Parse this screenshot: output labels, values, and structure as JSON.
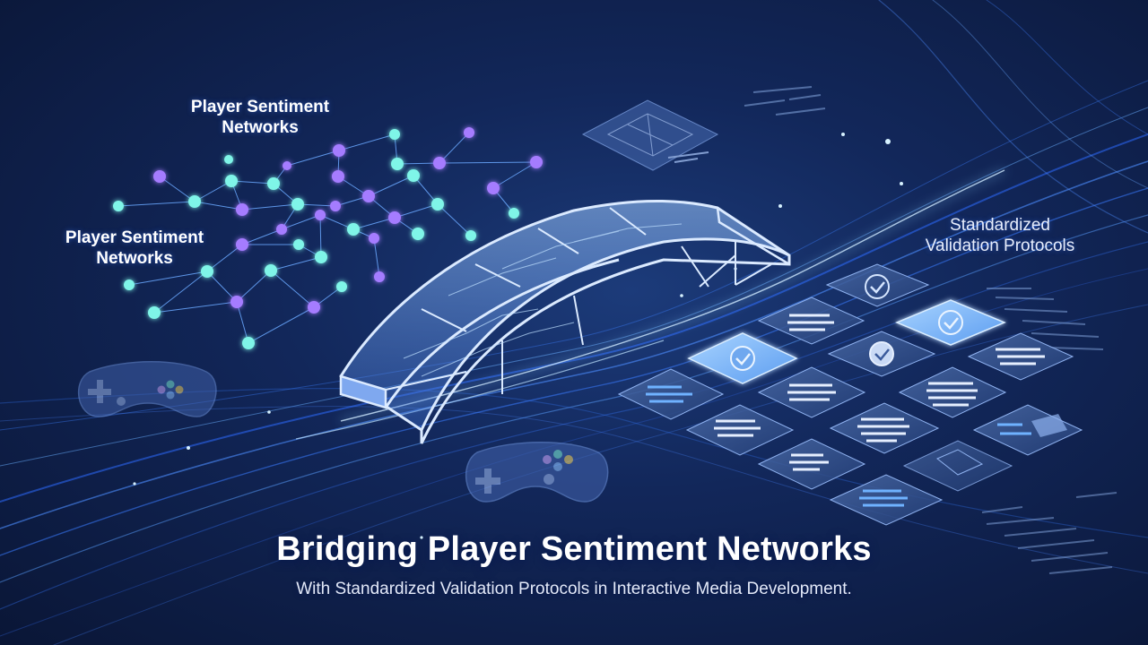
{
  "labels": {
    "top": {
      "line1": "Player Sentiment",
      "line2": "Networks"
    },
    "left": {
      "line1": "Player Sentiment",
      "line2": "Networks"
    },
    "right": {
      "line1": "Standardized",
      "line2": "Validation Protocols"
    }
  },
  "title": "Bridging Player Sentiment Networks",
  "subtitle": "With Standardized Validation Protocols in Interactive Media Development.",
  "icons": {
    "network": "node-network-icon",
    "bridge": "glass-bridge-icon",
    "controller": "gamepad-icon",
    "validation_tile": "checkmark-tile-icon",
    "data_tile": "bar-list-tile-icon"
  },
  "colors": {
    "background": "#0b1a3e",
    "accent_blue": "#3a8dff",
    "node_cyan": "#7ff5e8",
    "node_purple": "#a57cff",
    "tile_highlight": "#7fb8ff"
  }
}
